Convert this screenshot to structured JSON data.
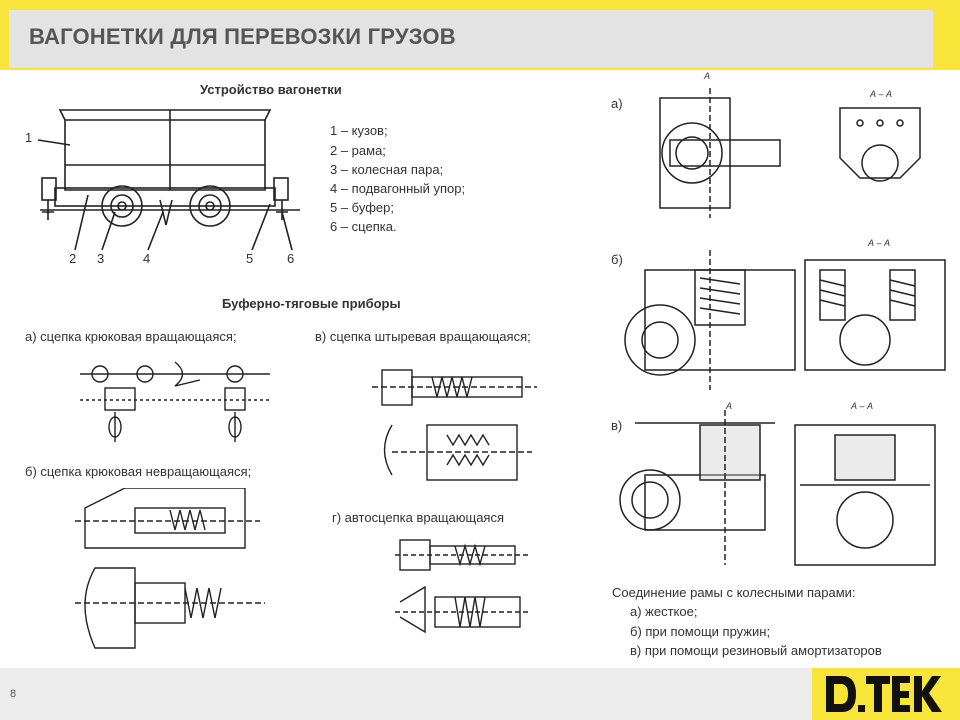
{
  "header": {
    "title": "ВАГОНЕТКИ ДЛЯ ПЕРЕВОЗКИ ГРУЗОВ"
  },
  "device": {
    "heading": "Устройство вагонетки",
    "legend": [
      "1 – кузов;",
      "2 – рама;",
      "3 – колесная пара;",
      "4 – подвагонный упор;",
      "5 – буфер;",
      "6 – сцепка."
    ],
    "callouts": {
      "c1": "1",
      "c2": "2",
      "c3": "3",
      "c4": "4",
      "c5": "5",
      "c6": "6"
    }
  },
  "couplers": {
    "heading": "Буферно-тяговые приборы",
    "a": "а) сцепка крюковая вращающаяся;",
    "b": "б) сцепка крюковая невращающаяся;",
    "v": "в) сцепка штыревая вращающаяся;",
    "g": "г) автосцепка вращающаяся"
  },
  "frames": {
    "labels": {
      "a": "а)",
      "b": "б)",
      "v": "в)"
    },
    "section": {
      "a": "А",
      "aa": "А – А"
    },
    "caption": "Соединение рамы с колесными парами:",
    "items": [
      "а) жесткое;",
      "б) при помощи пружин;",
      "в) при помощи резиновый амортизаторов"
    ]
  },
  "footer": {
    "page_number": "8",
    "logo": "D.TEK"
  }
}
